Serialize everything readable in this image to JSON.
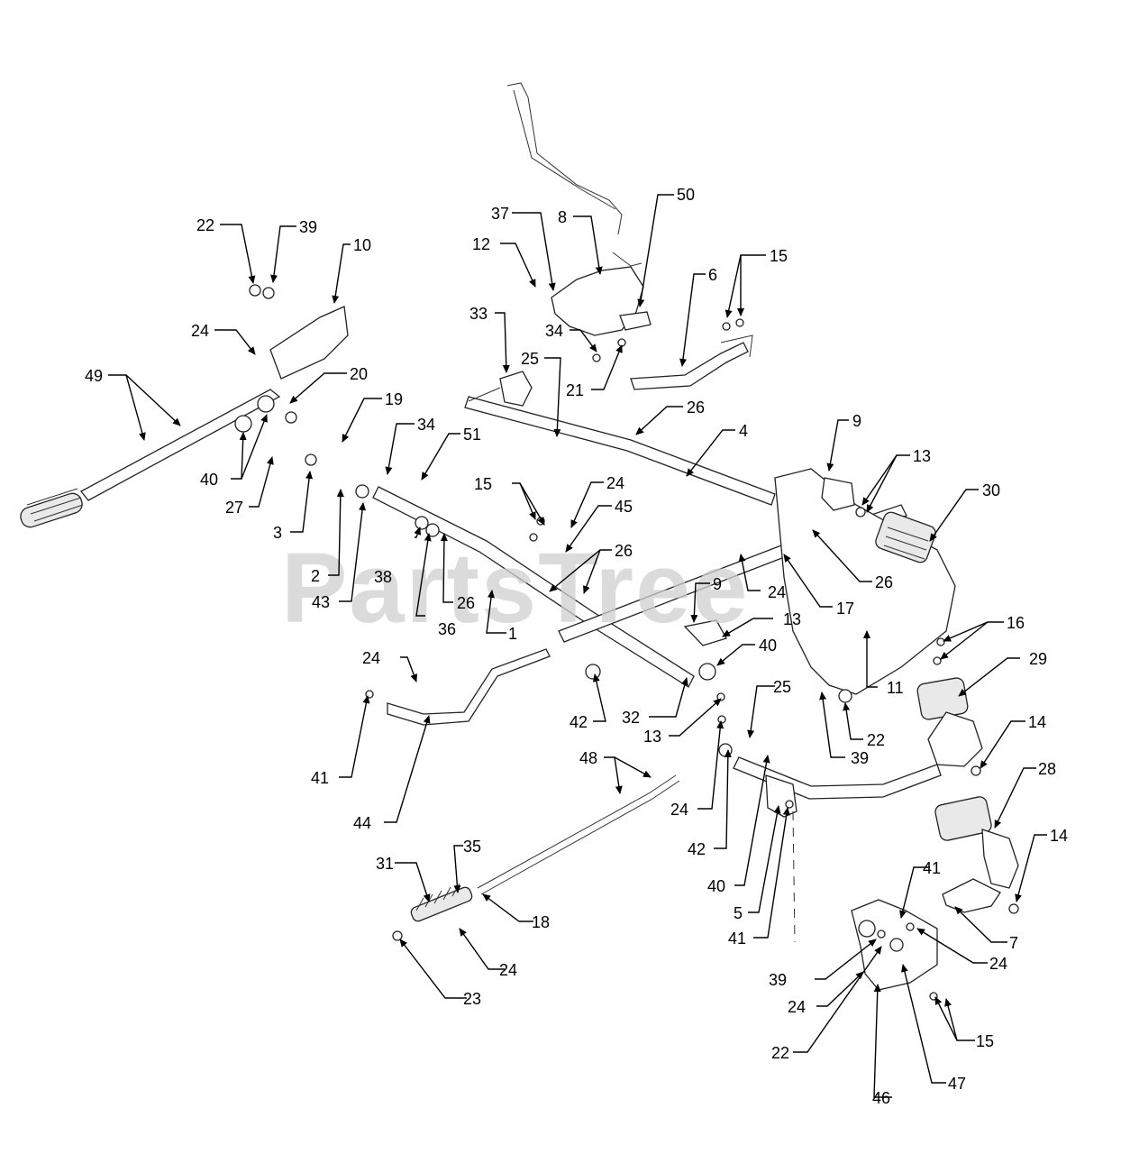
{
  "watermark": "PartsTree",
  "callouts": {
    "c1": "1",
    "c2": "2",
    "c3": "3",
    "c4": "4",
    "c5": "5",
    "c6": "6",
    "c7": "7",
    "c8": "8",
    "c9a": "9",
    "c9b": "9",
    "c10": "10",
    "c11": "11",
    "c12": "12",
    "c13a": "13",
    "c13b": "13",
    "c13c": "13",
    "c14a": "14",
    "c14b": "14",
    "c15a": "15",
    "c15b": "15",
    "c15c": "15",
    "c16": "16",
    "c17": "17",
    "c18": "18",
    "c19": "19",
    "c20": "20",
    "c21": "21",
    "c22a": "22",
    "c22b": "22",
    "c22c": "22",
    "c23": "23",
    "c24a": "24",
    "c24b": "24",
    "c24c": "24",
    "c24d": "24",
    "c24e": "24",
    "c24f": "24",
    "c24g": "24",
    "c24h": "24",
    "c25a": "25",
    "c25b": "25",
    "c26a": "26",
    "c26b": "26",
    "c26c": "26",
    "c26d": "26",
    "c27": "27",
    "c28": "28",
    "c29": "29",
    "c30": "30",
    "c31": "31",
    "c32": "32",
    "c33": "33",
    "c34a": "34",
    "c34b": "34",
    "c35": "35",
    "c36": "36",
    "c37": "37",
    "c38": "38",
    "c39a": "39",
    "c39b": "39",
    "c39c": "39",
    "c40a": "40",
    "c40b": "40",
    "c40c": "40",
    "c41a": "41",
    "c41b": "41",
    "c41c": "41",
    "c42a": "42",
    "c42b": "42",
    "c43": "43",
    "c44": "44",
    "c45": "45",
    "c46": "46",
    "c47": "47",
    "c48": "48",
    "c49": "49",
    "c50": "50",
    "c51": "51"
  }
}
